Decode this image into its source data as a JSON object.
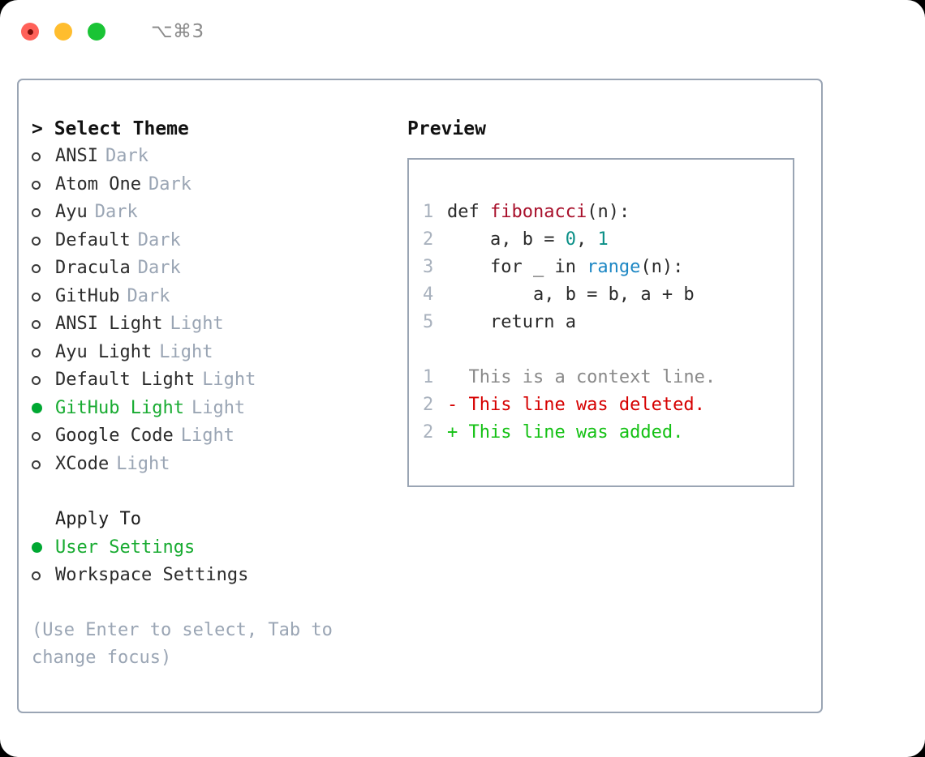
{
  "titlebar": {
    "shortcut": "⌥⌘3",
    "buttons": {
      "close": "close",
      "minimize": "minimize",
      "maximize": "maximize"
    }
  },
  "theme_panel": {
    "header": "> Select Theme",
    "items": [
      {
        "label": "ANSI",
        "badge": "Dark",
        "selected": false
      },
      {
        "label": "Atom One",
        "badge": "Dark",
        "selected": false
      },
      {
        "label": "Ayu",
        "badge": "Dark",
        "selected": false
      },
      {
        "label": "Default",
        "badge": "Dark",
        "selected": false
      },
      {
        "label": "Dracula",
        "badge": "Dark",
        "selected": false
      },
      {
        "label": "GitHub",
        "badge": "Dark",
        "selected": false
      },
      {
        "label": "ANSI Light",
        "badge": "Light",
        "selected": false
      },
      {
        "label": "Ayu Light",
        "badge": "Light",
        "selected": false
      },
      {
        "label": "Default Light",
        "badge": "Light",
        "selected": false
      },
      {
        "label": "GitHub Light",
        "badge": "Light",
        "selected": true
      },
      {
        "label": "Google Code",
        "badge": "Light",
        "selected": false
      },
      {
        "label": "XCode",
        "badge": "Light",
        "selected": false
      }
    ]
  },
  "apply_to": {
    "header": "Apply To",
    "items": [
      {
        "label": "User Settings",
        "selected": true
      },
      {
        "label": "Workspace Settings",
        "selected": false
      }
    ]
  },
  "hint": "(Use Enter to select, Tab to change focus)",
  "preview": {
    "header": "Preview",
    "code_lines": [
      {
        "no": "1",
        "tokens": [
          {
            "text": "def ",
            "kind": "plain"
          },
          {
            "text": "fibonacci",
            "kind": "fn"
          },
          {
            "text": "(n):",
            "kind": "plain"
          }
        ]
      },
      {
        "no": "2",
        "tokens": [
          {
            "text": "    a, b = ",
            "kind": "plain"
          },
          {
            "text": "0",
            "kind": "num"
          },
          {
            "text": ", ",
            "kind": "plain"
          },
          {
            "text": "1",
            "kind": "num"
          }
        ]
      },
      {
        "no": "3",
        "tokens": [
          {
            "text": "    for _ in ",
            "kind": "plain"
          },
          {
            "text": "range",
            "kind": "call"
          },
          {
            "text": "(n):",
            "kind": "plain"
          }
        ]
      },
      {
        "no": "4",
        "tokens": [
          {
            "text": "        a, b = b, a + b",
            "kind": "plain"
          }
        ]
      },
      {
        "no": "5",
        "tokens": [
          {
            "text": "    return a",
            "kind": "plain"
          }
        ]
      }
    ],
    "diff_lines": [
      {
        "no": "1",
        "marker": "  ",
        "text": "This is a context line.",
        "kind": "ctx"
      },
      {
        "no": "2",
        "marker": "- ",
        "text": "This line was deleted.",
        "kind": "del"
      },
      {
        "no": "2",
        "marker": "+ ",
        "text": "This line was added.",
        "kind": "add"
      }
    ]
  },
  "colors": {
    "accent_green": "#18ab31",
    "selected_bullet": "#00a832",
    "muted": "#9aa5b4",
    "border": "#9aa5b4",
    "diff_add": "#14c114",
    "diff_del": "#d60000",
    "token_fn": "#a8102b",
    "token_num": "#0a8f87",
    "token_call": "#1d87c4"
  }
}
